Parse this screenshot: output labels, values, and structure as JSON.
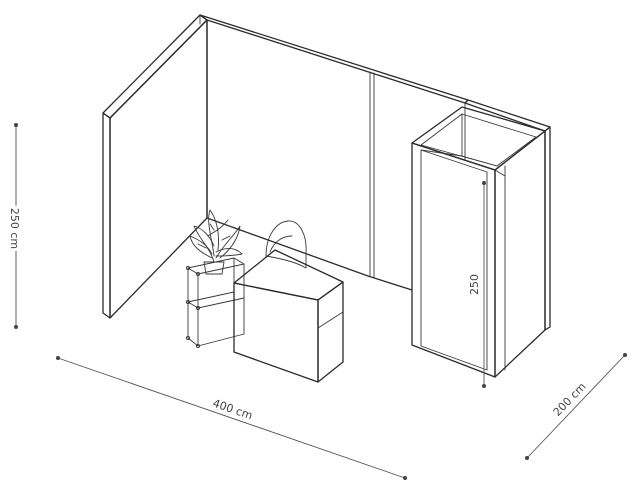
{
  "dimensions": {
    "height_left": "250 cm",
    "width_front": "400 cm",
    "depth_right": "200 cm",
    "cabin_height": "250"
  }
}
